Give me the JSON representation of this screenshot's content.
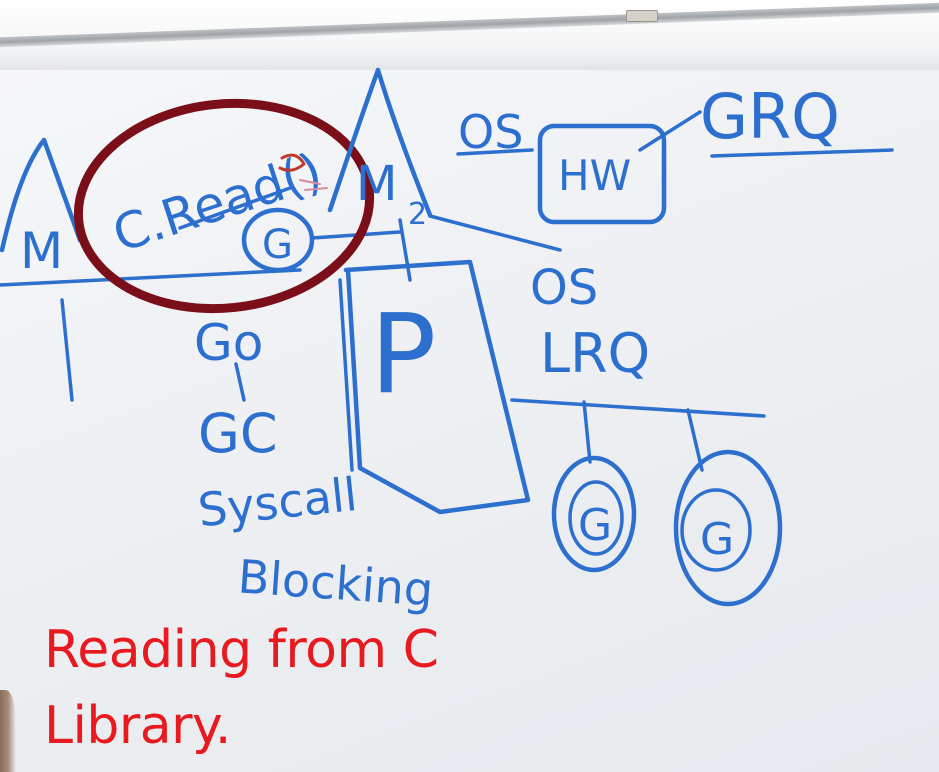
{
  "whiteboard": {
    "label_creadd": "C.Read()",
    "label_m1": "M",
    "label_m2": "M",
    "label_m2_subscript": "2",
    "label_os_top": "OS",
    "label_hw": "HW",
    "label_grq": "GRQ",
    "label_g_top": "G",
    "label_go": "Go",
    "label_p": "P",
    "label_os_mid": "OS",
    "label_lrq": "LRQ",
    "label_gc": "GC",
    "label_syscall": "Syscall",
    "label_blocking": "Blocking",
    "label_g_left": "G",
    "label_g_right": "G"
  },
  "caption": {
    "line1": "Reading from C",
    "line2": "Library."
  },
  "colors": {
    "marker_blue": "#2d6fcf",
    "highlight_ring": "#7a0f1a",
    "caption_red": "#e8191f"
  }
}
